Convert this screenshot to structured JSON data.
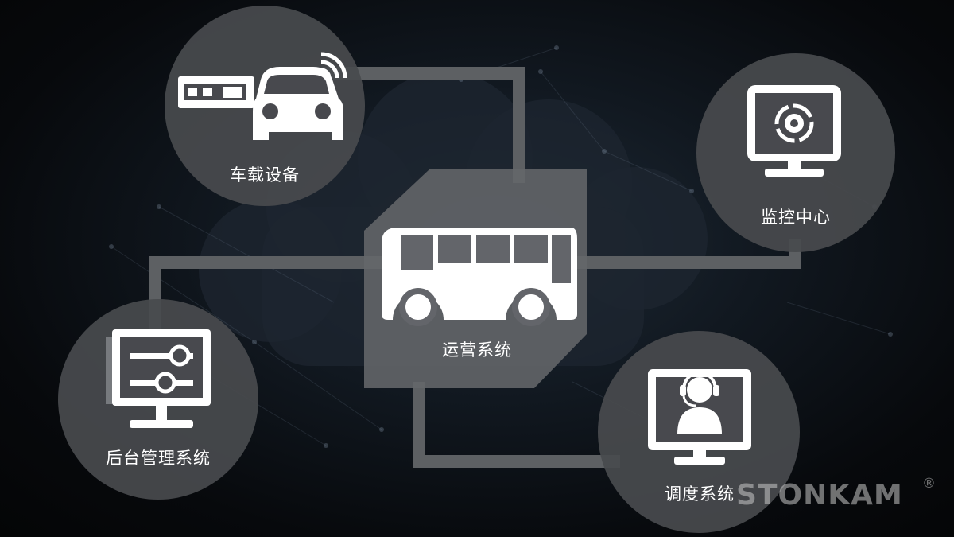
{
  "nodes": {
    "center": {
      "label": "运营系统",
      "icon": "bus-icon"
    },
    "vehicle": {
      "label": "车载设备",
      "icon": "car-with-device-icon"
    },
    "monitor": {
      "label": "监控中心",
      "icon": "monitor-camera-icon"
    },
    "backend": {
      "label": "后台管理系统",
      "icon": "settings-monitor-icon"
    },
    "dispatch": {
      "label": "调度系统",
      "icon": "headset-operator-icon"
    }
  },
  "brand": {
    "name": "STONKAM",
    "mark": "®"
  },
  "colors": {
    "node_fill": "#48494e",
    "connector": "#5d6063",
    "text": "#ffffff"
  }
}
